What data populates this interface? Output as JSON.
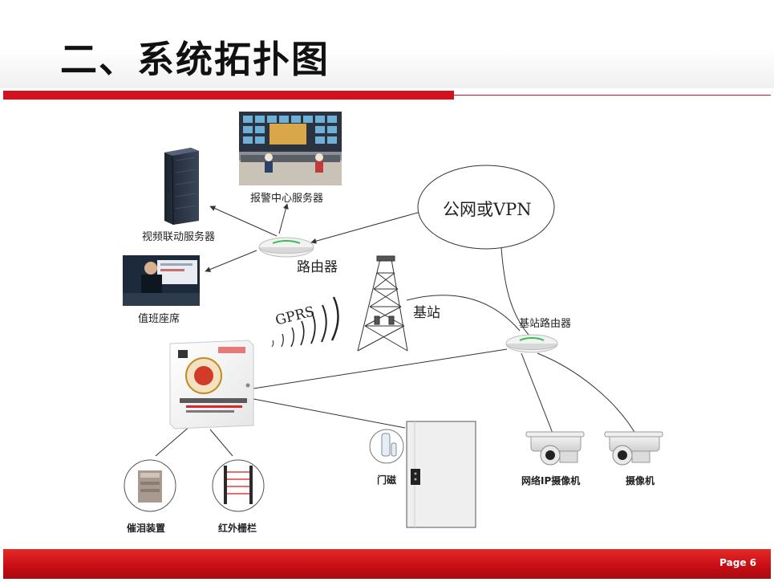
{
  "slide": {
    "title": "二、系统拓扑图",
    "page_label": "Page 6"
  },
  "nodes": {
    "alarm_center": "报警中心服务器",
    "video_server": "视频联动服务器",
    "router": "路由器",
    "duty_seat": "值班座席",
    "public_net": "公网或VPN",
    "gprs": "GPRS",
    "base_station": "基站",
    "bs_router": "基站路由器",
    "door_sensor": "门磁",
    "ip_camera": "网络IP摄像机",
    "camera": "摄像机",
    "tear_gas": "催泪装置",
    "infrared": "红外栅栏"
  },
  "colors": {
    "accent_red": "#d2121e",
    "footer_red": "#c60d14"
  }
}
